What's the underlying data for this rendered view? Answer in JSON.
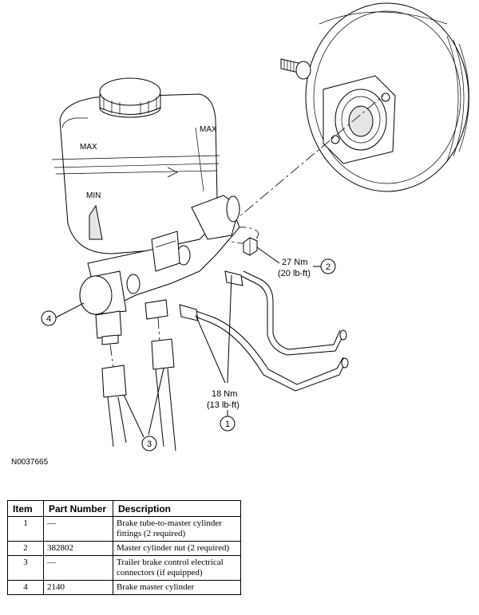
{
  "figure_code": "N0037665",
  "callouts": [
    {
      "num": "1",
      "torque": "18 Nm",
      "torque_alt": "(13 lb-ft)"
    },
    {
      "num": "2",
      "torque": "27 Nm",
      "torque_alt": "(20 lb-ft)"
    },
    {
      "num": "3"
    },
    {
      "num": "4"
    }
  ],
  "reservoir_marks": {
    "max": "MAX",
    "min": "MIN"
  },
  "table": {
    "headers": [
      "Item",
      "Part Number",
      "Description"
    ],
    "rows": [
      {
        "item": "1",
        "part": "—",
        "desc": "Brake tube-to-master cylinder fittings (2 required)"
      },
      {
        "item": "2",
        "part": "382802",
        "desc": "Master cylinder nut (2 required)"
      },
      {
        "item": "3",
        "part": "—",
        "desc": "Trailer brake control electrical connectors (if equipped)"
      },
      {
        "item": "4",
        "part": "2140",
        "desc": "Brake master cylinder"
      }
    ]
  }
}
